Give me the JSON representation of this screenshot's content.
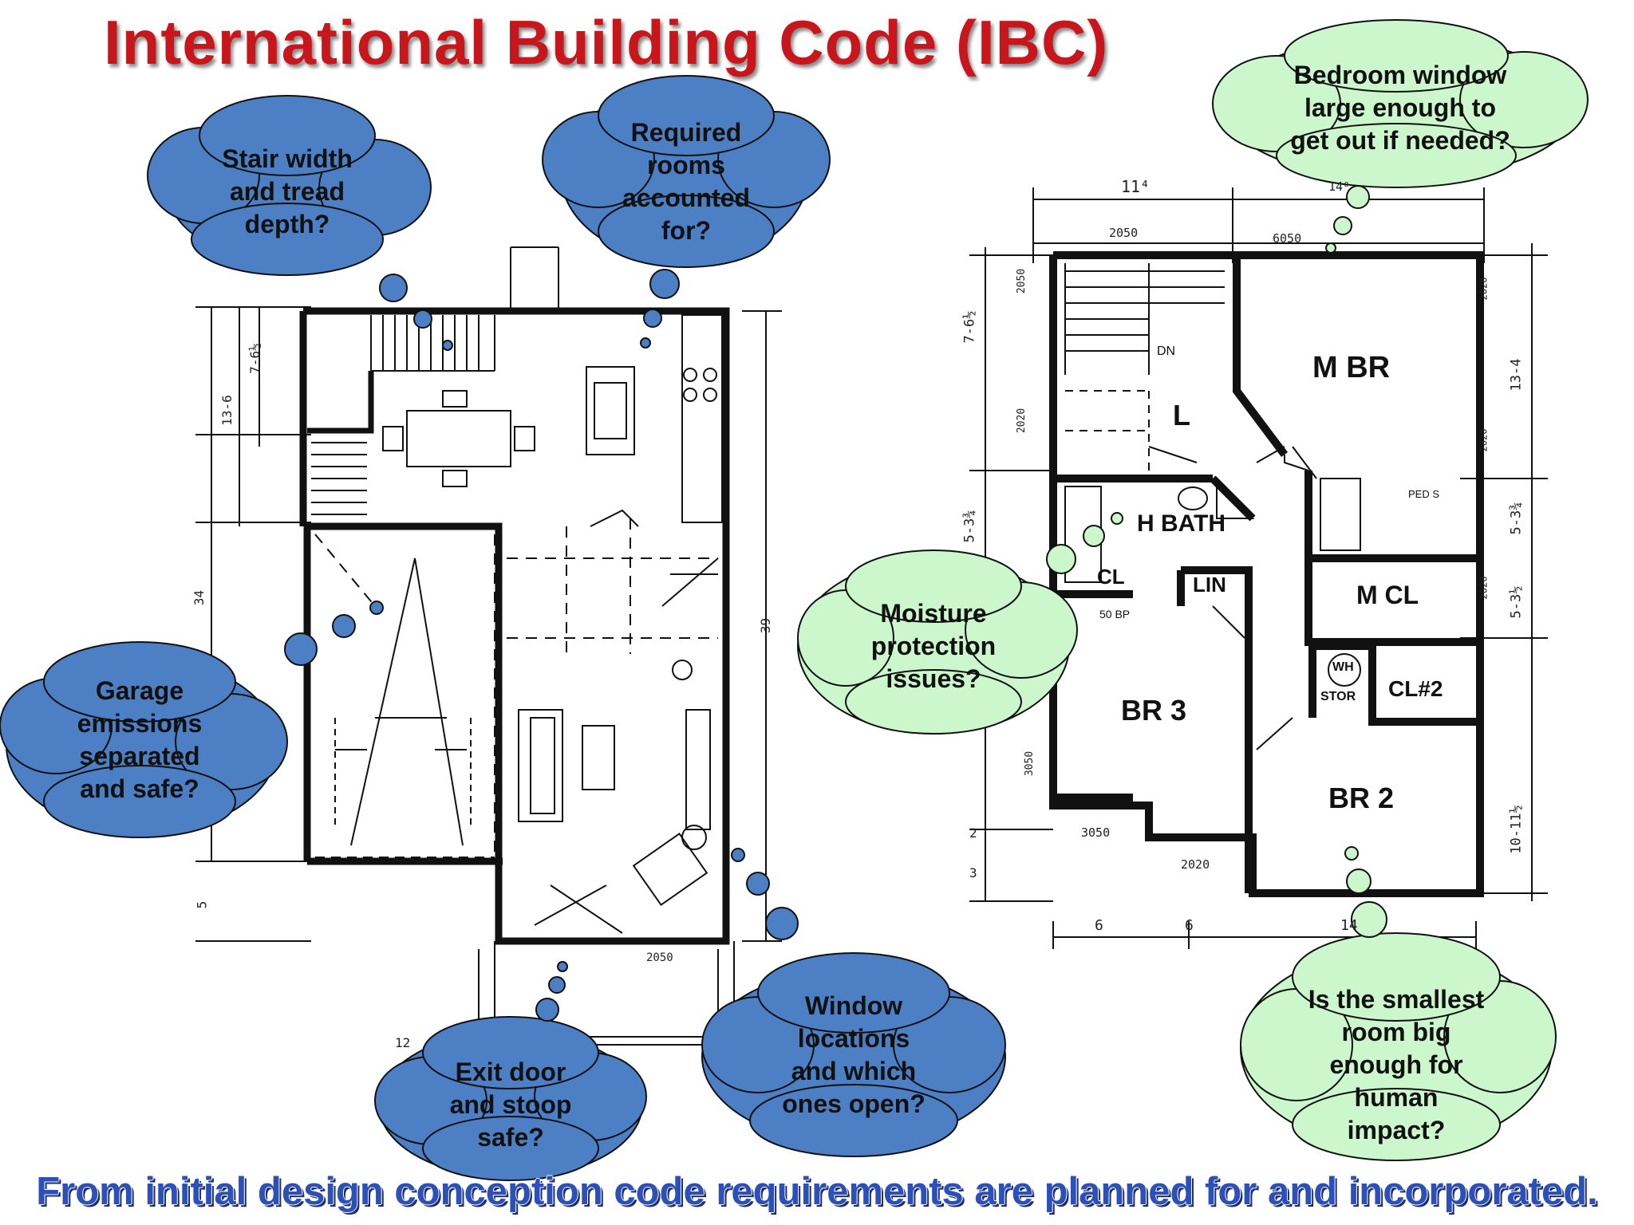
{
  "title": "International Building Code (IBC)",
  "footer": "From initial design conception code requirements are planned for and incorporated.",
  "colors": {
    "title_red": "#c8171c",
    "footer_blue": "#2b50b8",
    "blue_bubble": "#4d7fc4",
    "green_bubble": "#ccf6cc",
    "ink": "#111111"
  },
  "bubbles": {
    "stair": "Stair width\nand tread\ndepth?",
    "rooms": "Required\nrooms\naccounted\nfor?",
    "garage": "Garage\nemissions\nseparated\nand safe?",
    "exit": "Exit door\nand stoop\nsafe?",
    "window": "Window\nlocations\nand which\nones open?",
    "bedroom": "Bedroom window\nlarge enough to\nget out if needed?",
    "moisture": "Moisture\nprotection\nissues?",
    "smallest": "Is the smallest\nroom big\nenough for\nhuman\nimpact?"
  },
  "upper_plan": {
    "rooms": {
      "mbr": "M BR",
      "l": "L",
      "bath": "H BATH",
      "cl": "CL",
      "lin": "LIN",
      "mcl": "M CL",
      "br3": "BR 3",
      "br2": "BR 2",
      "wh": "WH",
      "stor": "STOR",
      "cl2": "CL#2",
      "dn": "DN",
      "bp": "50 BP",
      "ped": "PED S"
    },
    "dimensions": {
      "top_overall": "11⁴",
      "top_right": "14⁸",
      "w2050": "2050",
      "w6050": "6050",
      "left_top": "7-6½",
      "left_mid": "5-3¾",
      "left_low": "2",
      "left_bot": "3",
      "l_2050": "2050",
      "l_2020": "2020",
      "l_3050": "3050",
      "r_134": "13-4",
      "r_534": "5-3¾",
      "r_532": "5-3½",
      "r_1011": "10-11½",
      "r_2020a": "2020",
      "r_2020b": "2020",
      "r_2020c": "2020",
      "b_6a": "6",
      "b_6b": "6",
      "b_14": "14",
      "w3050": "3050",
      "w2020": "2020"
    }
  },
  "lower_plan": {
    "dimensions": {
      "left_76": "7-6½",
      "left_136": "13-6",
      "left_34": "34",
      "left_5": "5",
      "right_39": "39",
      "bot_12": "12",
      "bot_2050": "2050"
    }
  }
}
